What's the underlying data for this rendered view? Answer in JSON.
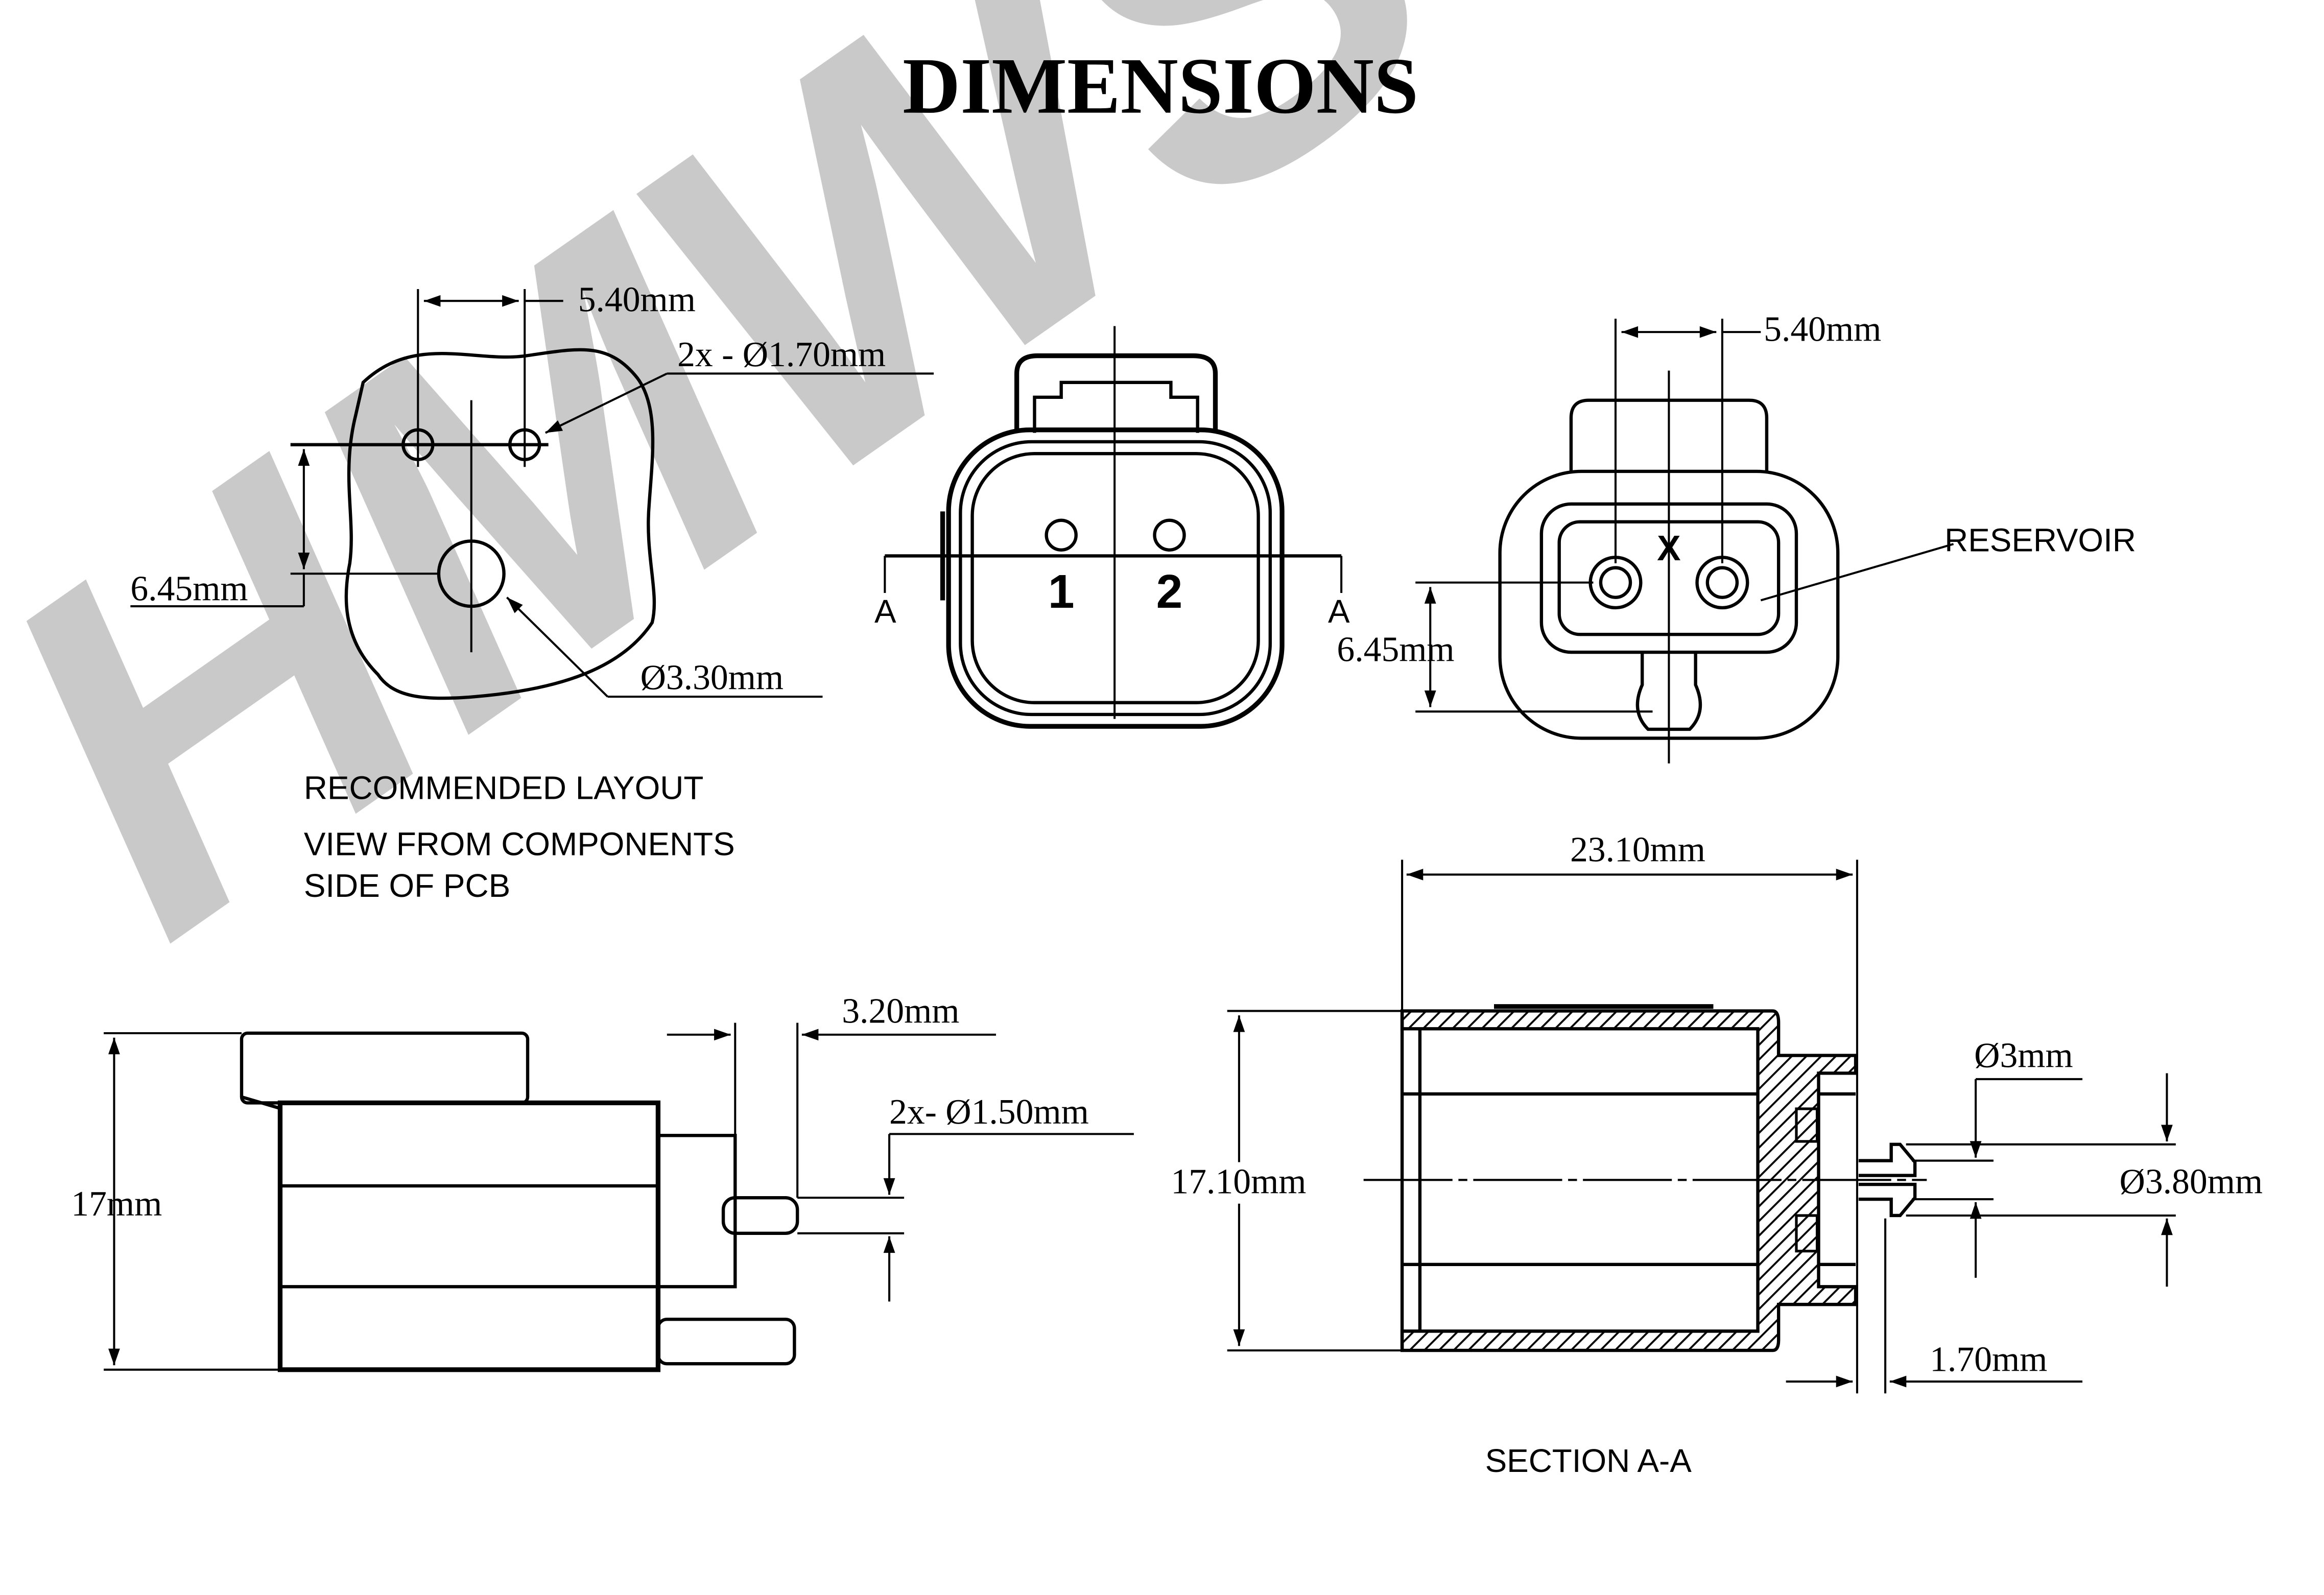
{
  "title": "DIMENSIONS",
  "watermark": "HMWS",
  "layout_view": {
    "pitch": "5.40mm",
    "holes": "2x - Ø1.70mm",
    "offset": "6.45mm",
    "center_hole": "Ø3.30mm",
    "caption_1": "RECOMMENDED LAYOUT",
    "caption_2": "VIEW FROM COMPONENTS",
    "caption_3": "SIDE OF PCB"
  },
  "front_view": {
    "pin_1": "1",
    "pin_2": "2",
    "section_left": "A",
    "section_right": "A"
  },
  "rear_view": {
    "pitch": "5.40mm",
    "offset": "6.45mm",
    "reservoir": "RESERVOIR",
    "mark": "X"
  },
  "side_view": {
    "height": "17mm",
    "pin_length": "3.20mm",
    "pins": "2x- Ø1.50mm"
  },
  "section_view": {
    "width": "23.10mm",
    "height": "17.10mm",
    "inner_dia": "Ø3mm",
    "outer_dia": "Ø3.80mm",
    "gap": "1.70mm",
    "caption": "SECTION  A-A"
  }
}
